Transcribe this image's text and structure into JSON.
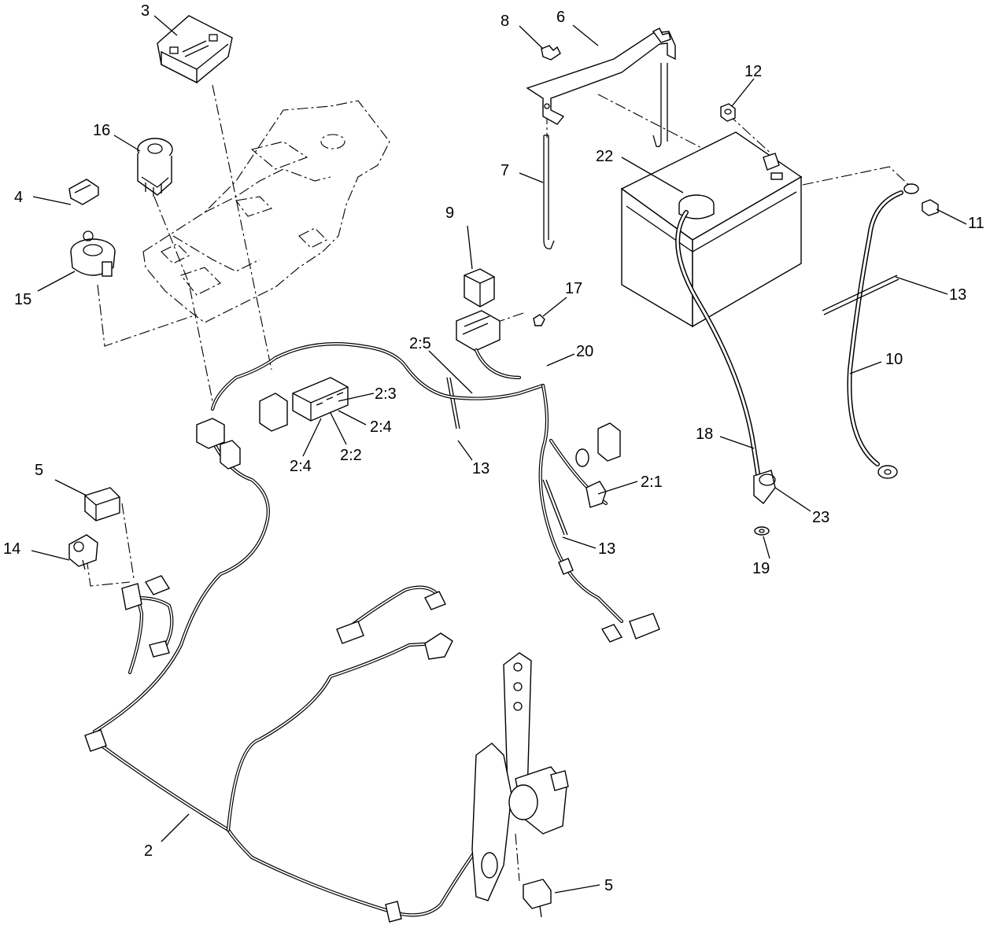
{
  "callouts": [
    {
      "id": "c3",
      "text": "3"
    },
    {
      "id": "c16",
      "text": "16"
    },
    {
      "id": "c4",
      "text": "4"
    },
    {
      "id": "c15",
      "text": "15"
    },
    {
      "id": "c8",
      "text": "8"
    },
    {
      "id": "c6",
      "text": "6"
    },
    {
      "id": "c7",
      "text": "7"
    },
    {
      "id": "c12",
      "text": "12"
    },
    {
      "id": "c22",
      "text": "22"
    },
    {
      "id": "c11",
      "text": "11"
    },
    {
      "id": "c9",
      "text": "9"
    },
    {
      "id": "c17",
      "text": "17"
    },
    {
      "id": "c13a",
      "text": "13"
    },
    {
      "id": "c20",
      "text": "20"
    },
    {
      "id": "c2_5",
      "text": "2:5"
    },
    {
      "id": "c2_3",
      "text": "2:3"
    },
    {
      "id": "c2_4a",
      "text": "2:4"
    },
    {
      "id": "c2_4b",
      "text": "2:4"
    },
    {
      "id": "c2_2",
      "text": "2:2"
    },
    {
      "id": "c13b",
      "text": "13"
    },
    {
      "id": "c10",
      "text": "10"
    },
    {
      "id": "c18",
      "text": "18"
    },
    {
      "id": "c2_1",
      "text": "2:1"
    },
    {
      "id": "c23",
      "text": "23"
    },
    {
      "id": "c13c",
      "text": "13"
    },
    {
      "id": "c19",
      "text": "19"
    },
    {
      "id": "c5a",
      "text": "5"
    },
    {
      "id": "c14",
      "text": "14"
    },
    {
      "id": "c2",
      "text": "2"
    },
    {
      "id": "c5b",
      "text": "5"
    }
  ]
}
